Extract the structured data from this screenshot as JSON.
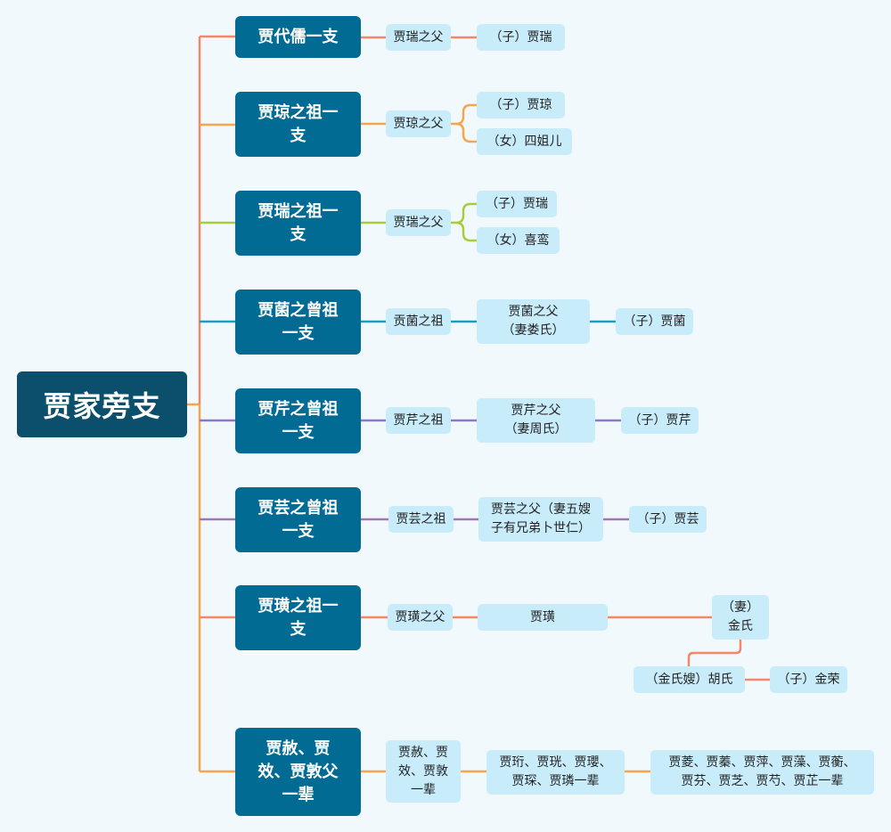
{
  "root": "贾家旁支",
  "branches": [
    {
      "label": "贾代儒一支",
      "color": "#f2876a"
    },
    {
      "label": "贾琼之祖一\n支",
      "color": "#f7a54a"
    },
    {
      "label": "贾瑞之祖一\n支",
      "color": "#a9cd3a"
    },
    {
      "label": "贾菌之曾祖\n一支",
      "color": "#1e9bbf"
    },
    {
      "label": "贾芹之曾祖\n一支",
      "color": "#8a7ac4"
    },
    {
      "label": "贾芸之曾祖\n一支",
      "color": "#a972b5"
    },
    {
      "label": "贾璜之祖一\n支",
      "color": "#f2876a"
    },
    {
      "label": "贾赦、贾\n效、贾敦父\n一辈",
      "color": "#f7a54a"
    }
  ],
  "nodes": {
    "b1_1": "贾瑞之父",
    "b1_2": "（子）贾瑞",
    "b2_1": "贾琼之父",
    "b2_2a": "（子）贾琼",
    "b2_2b": "（女）四姐儿",
    "b3_1": "贾瑞之父",
    "b3_2a": "（子）贾瑞",
    "b3_2b": "（女）喜鸾",
    "b4_1": "贡菌之祖",
    "b4_2": "贾菌之父\n（妻娄氏）",
    "b4_3": "（子）贾菌",
    "b5_1": "贾芹之祖",
    "b5_2": "贾芹之父\n（妻周氏）",
    "b5_3": "（子）贾芹",
    "b6_1": "贾芸之祖",
    "b6_2": "贾芸之父（妻五嫂\n子有兄弟卜世仁）",
    "b6_3": "（子）贾芸",
    "b7_1": "贾璜之父",
    "b7_2": "贾璜",
    "b7_3": "（妻）\n金氏",
    "b7_4": "（金氏嫂）胡氏",
    "b7_5": "（子）金荣",
    "b8_1": "贾赦、贾\n效、贾敦\n一辈",
    "b8_2": "贾珩、贾珖、贾瓔、\n贾琛、贾璘一辈",
    "b8_3": "贾菱、贾蓁、贾萍、贾藻、贾蘅、\n贾芬、贾芝、贾芍、贾芷一辈"
  }
}
